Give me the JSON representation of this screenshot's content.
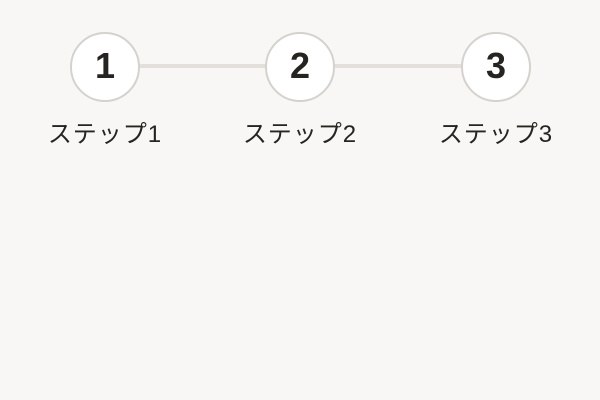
{
  "colors": {
    "background": "#f8f7f5",
    "circle_fill": "#ffffff",
    "circle_border": "#d5d2ce",
    "connector": "#e3e0dc",
    "text": "#262420"
  },
  "stepper": {
    "steps": [
      {
        "number": "1",
        "label": "ステップ1"
      },
      {
        "number": "2",
        "label": "ステップ2"
      },
      {
        "number": "3",
        "label": "ステップ3"
      }
    ]
  }
}
